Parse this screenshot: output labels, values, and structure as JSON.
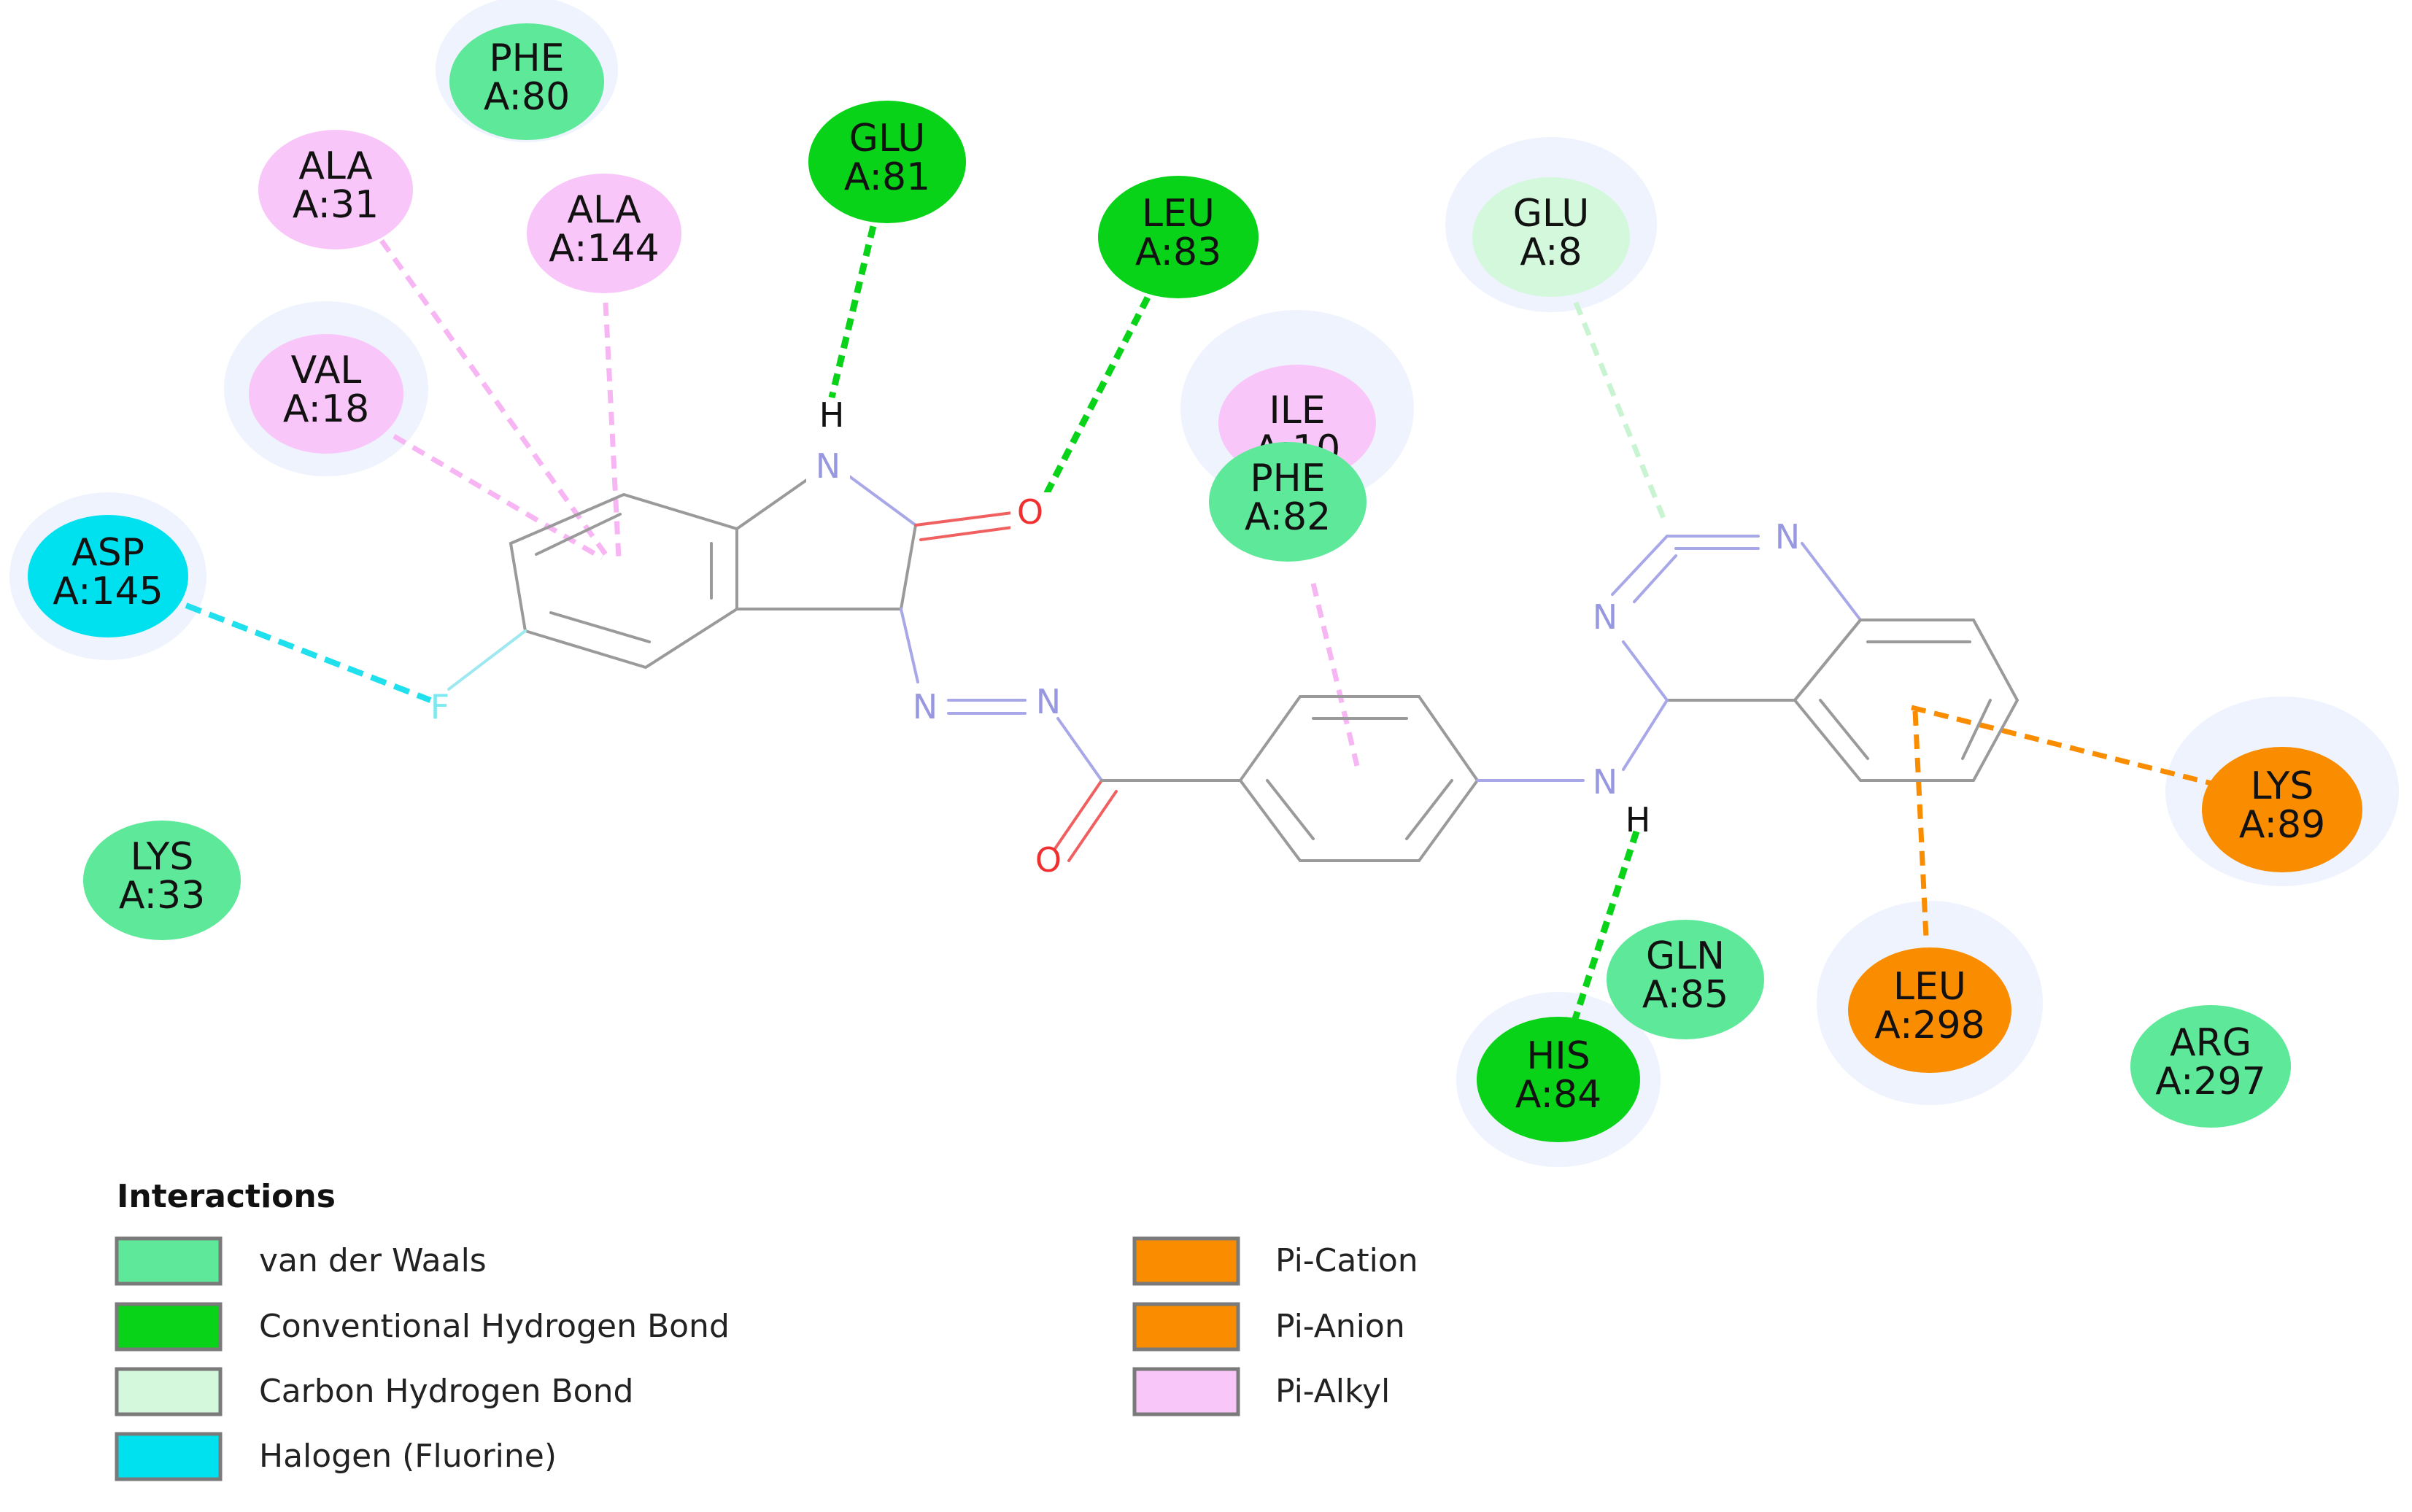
{
  "colors": {
    "vdw": "#5ee89a",
    "hbond": "#08d318",
    "ch_bond": "#d4f8dc",
    "halogen": "#00e1f0",
    "pi_cation": "#fa8c00",
    "pi_anion": "#fa8c00",
    "pi_alkyl": "#f9c6f9",
    "halo": "#e6eefc",
    "n_atom": "#9898e0",
    "o_atom": "#f03030",
    "f_atom": "#7de8f0",
    "h_atom": "#111111"
  },
  "residues": [
    {
      "id": "phe80",
      "name": "PHE",
      "num": "A:80",
      "type": "vdw"
    },
    {
      "id": "glu81",
      "name": "GLU",
      "num": "A:81",
      "type": "hbond"
    },
    {
      "id": "ala31",
      "name": "ALA",
      "num": "A:31",
      "type": "pi_alkyl"
    },
    {
      "id": "ala144",
      "name": "ALA",
      "num": "A:144",
      "type": "pi_alkyl"
    },
    {
      "id": "leu83",
      "name": "LEU",
      "num": "A:83",
      "type": "hbond"
    },
    {
      "id": "glu8",
      "name": "GLU",
      "num": "A:8",
      "type": "ch_bond"
    },
    {
      "id": "val18",
      "name": "VAL",
      "num": "A:18",
      "type": "pi_alkyl"
    },
    {
      "id": "ile10",
      "name": "ILE",
      "num": "A:10",
      "type": "pi_alkyl"
    },
    {
      "id": "phe82",
      "name": "PHE",
      "num": "A:82",
      "type": "vdw"
    },
    {
      "id": "asp145",
      "name": "ASP",
      "num": "A:145",
      "type": "halogen"
    },
    {
      "id": "lys33",
      "name": "LYS",
      "num": "A:33",
      "type": "vdw"
    },
    {
      "id": "lys89",
      "name": "LYS",
      "num": "A:89",
      "type": "pi_cation"
    },
    {
      "id": "gln85",
      "name": "GLN",
      "num": "A:85",
      "type": "vdw"
    },
    {
      "id": "leu298",
      "name": "LEU",
      "num": "A:298",
      "type": "pi_anion"
    },
    {
      "id": "his84",
      "name": "HIS",
      "num": "A:84",
      "type": "hbond"
    },
    {
      "id": "arg297",
      "name": "ARG",
      "num": "A:297",
      "type": "vdw"
    }
  ],
  "atoms": {
    "n_indole": "N",
    "h_indole": "H",
    "o_lactam": "O",
    "f": "F",
    "n_azo1": "N",
    "n_azo2": "N",
    "o_amide": "O",
    "n_amine": "N",
    "h_amine": "H",
    "n_quin1": "N",
    "n_quin3": "N"
  },
  "legend": {
    "title": "Interactions",
    "items": [
      {
        "label": "van der Waals",
        "type": "vdw"
      },
      {
        "label": "Conventional Hydrogen Bond",
        "type": "hbond"
      },
      {
        "label": "Carbon Hydrogen Bond",
        "type": "ch_bond"
      },
      {
        "label": "Halogen (Fluorine)",
        "type": "halogen"
      },
      {
        "label": "Pi-Cation",
        "type": "pi_cation"
      },
      {
        "label": "Pi-Anion",
        "type": "pi_anion"
      },
      {
        "label": "Pi-Alkyl",
        "type": "pi_alkyl"
      }
    ]
  }
}
